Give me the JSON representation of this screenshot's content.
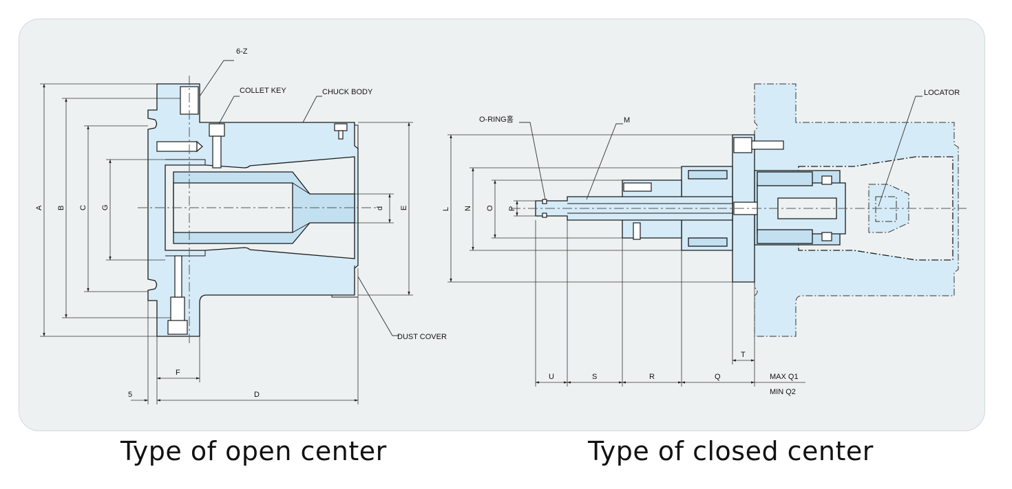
{
  "open_center": {
    "caption": "Type of open center",
    "callouts": {
      "z": "6-Z",
      "collet_key": "COLLET KEY",
      "chuck_body": "CHUCK BODY",
      "dust_cover": "DUST COVER"
    },
    "dims": {
      "a": "A",
      "b": "B",
      "c": "C",
      "g": "G",
      "d_small": "d",
      "e": "E",
      "f": "F",
      "d": "D",
      "five": "5"
    }
  },
  "closed_center": {
    "caption": "Type of closed center",
    "callouts": {
      "oring": "O-RING홈",
      "m": "M",
      "locator": "LOCATOR"
    },
    "dims": {
      "l": "L",
      "n": "N",
      "o": "O",
      "p": "P",
      "u": "U",
      "s": "S",
      "r": "R",
      "q": "Q",
      "t": "T",
      "max": "MAX Q1",
      "min": "MIN Q2"
    }
  },
  "colors": {
    "body_fill": "#d5ebf7",
    "panel": "#edf1f2",
    "line": "#1a1a1a"
  }
}
